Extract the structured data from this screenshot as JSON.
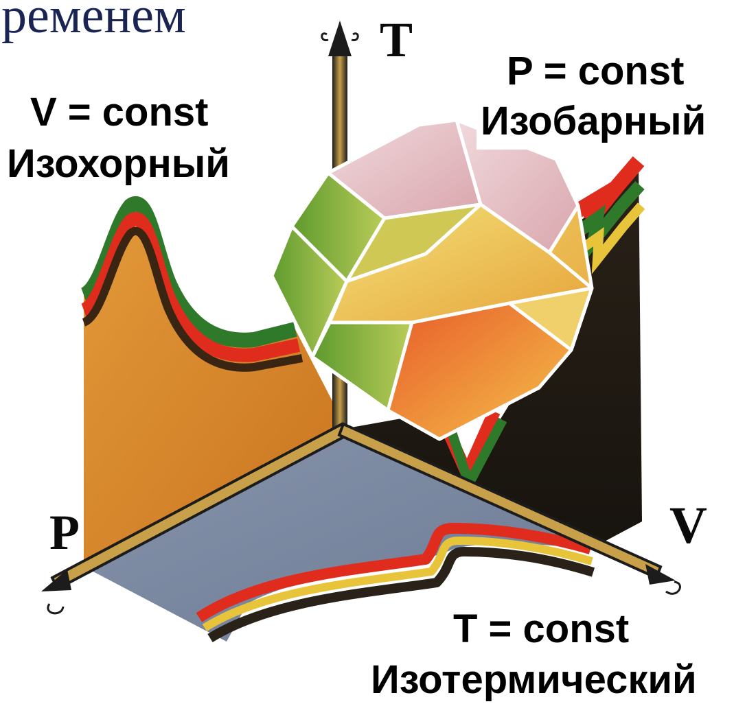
{
  "header_fragment": "ременем",
  "labels": {
    "isochoric": {
      "formula": "V = const",
      "name": "Изохорный"
    },
    "isobaric": {
      "formula": "P = const",
      "name": "Изобарный"
    },
    "isothermal": {
      "formula": "T = const",
      "name": "Изотермический"
    }
  },
  "axes": {
    "t": "T",
    "p": "P",
    "v": "V"
  },
  "colors": {
    "text": "#000000",
    "header": "#1b2553",
    "left_plane": "#d9892c",
    "bottom_plane": "#7d8aa3",
    "right_plane": "#1f1a14",
    "band_red": "#e02c1c",
    "band_green": "#2e7a2a",
    "band_yellow": "#e7c43a",
    "crystal_light": "#ecd86a",
    "crystal_green": "#7fae3c",
    "crystal_pink": "#e9b8c0"
  }
}
